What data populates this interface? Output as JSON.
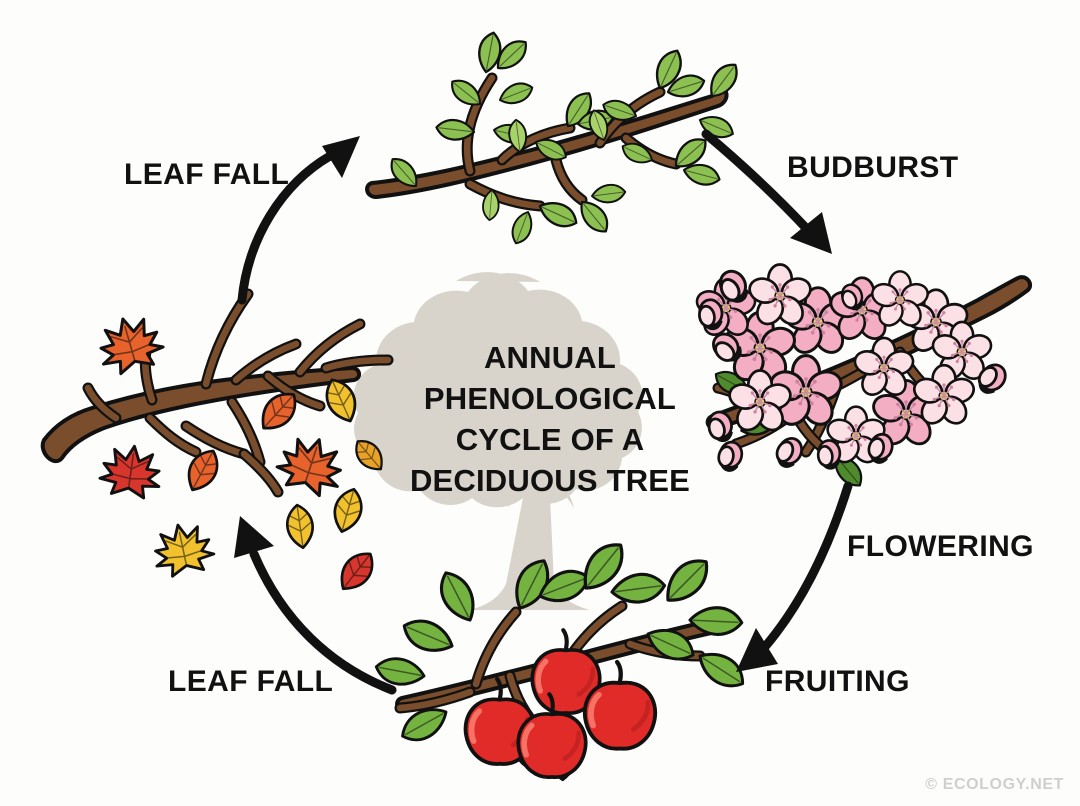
{
  "diagram": {
    "title_lines": [
      "ANNUAL",
      "PHENOLOGICAL",
      "CYCLE OF A",
      "DECIDUOUS TREE"
    ],
    "title_full": "ANNUAL PHENOLOGICAL CYCLE OF A DECIDUOUS TREE",
    "watermark": "© ECOLOGY.NET",
    "background_color": "#fdfdfb",
    "text_color": "#111111",
    "center_tree_color": "#d8d4cb"
  },
  "stages": [
    {
      "id": "leaf-fall-top",
      "label": "LEAF FALL",
      "position": "top-left",
      "illustration": "bare-branch-with-falling-autumn-leaves"
    },
    {
      "id": "budburst",
      "label": "BUDBURST",
      "position": "top-right",
      "illustration": "branch-with-young-green-leaves"
    },
    {
      "id": "flowering",
      "label": "FLOWERING",
      "position": "right",
      "illustration": "branch-with-pink-blossoms"
    },
    {
      "id": "fruiting",
      "label": "FRUITING",
      "position": "bottom-right",
      "illustration": "branch-with-red-apples"
    },
    {
      "id": "leaf-fall-bottom",
      "label": "LEAF FALL",
      "position": "bottom-left",
      "illustration": "bare-branch-with-falling-autumn-leaves"
    }
  ],
  "arrows": [
    {
      "id": "arrow-leaf-fall-to-budburst",
      "from": "bare-branch",
      "to": "budburst-branch",
      "direction": "up-right"
    },
    {
      "id": "arrow-budburst-to-flowering",
      "from": "budburst-branch",
      "to": "flowering-branch",
      "direction": "down-right"
    },
    {
      "id": "arrow-flowering-to-fruiting",
      "from": "flowering-branch",
      "to": "fruiting-branch",
      "direction": "down-left"
    },
    {
      "id": "arrow-fruiting-to-leaf-fall",
      "from": "fruiting-branch",
      "to": "bare-branch",
      "direction": "up-left"
    }
  ],
  "palette": {
    "branch_brown": "#7a4e2d",
    "branch_brown_light": "#96643c",
    "branch_brown_dark": "#5b3720",
    "outline": "#111111",
    "spring_green": "#8cc152",
    "spring_green_light": "#a8d36a",
    "summer_green": "#74b340",
    "summer_green_dark": "#4f8a2c",
    "blossom_pink": "#f3aec4",
    "blossom_pink_light": "#fbe0e6",
    "blossom_center": "#d8c84a",
    "apple_red": "#e02b28",
    "apple_red_dark": "#b31d1c",
    "autumn_orange": "#e8622c",
    "autumn_red": "#d8352c",
    "autumn_yellow": "#f2c12e",
    "autumn_gold": "#e8a227"
  }
}
